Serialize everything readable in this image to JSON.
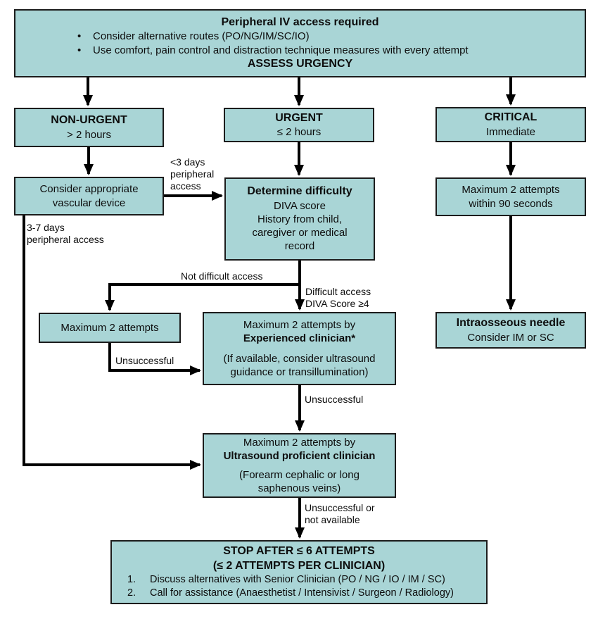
{
  "flowchart": {
    "colors": {
      "box_fill": "#a9d5d6",
      "box_border": "#1c1c1c",
      "arrow": "#000000"
    },
    "top": {
      "title": "Peripheral IV access required",
      "bullet_char": "•",
      "bullets": [
        "Consider alternative routes (PO/NG/IM/SC/IO)",
        "Use comfort, pain control and distraction technique measures with every attempt"
      ],
      "footer": "ASSESS URGENCY"
    },
    "non_urgent": {
      "title": "NON-URGENT",
      "subtitle": "> 2 hours"
    },
    "urgent": {
      "title": "URGENT",
      "subtitle": "≤ 2 hours"
    },
    "critical": {
      "title": "CRITICAL",
      "subtitle": "Immediate"
    },
    "vascular": {
      "text": "Consider appropriate vascular device"
    },
    "determine": {
      "title": "Determine difficulty",
      "line2": "DIVA score",
      "line3": "History from child, caregiver or medical record"
    },
    "max_90s": {
      "text": "Maximum 2 attempts within 90 seconds"
    },
    "max_2": {
      "text": "Maximum 2 attempts"
    },
    "experienced": {
      "line1": "Maximum 2 attempts by",
      "line2": "Experienced clinician*",
      "note": "(If available, consider ultrasound guidance or transillumination)"
    },
    "intraosseous": {
      "title": "Intraosseous needle",
      "subtitle": "Consider IM or SC"
    },
    "ultrasound": {
      "line1": "Maximum 2 attempts by",
      "line2": "Ultrasound proficient clinician",
      "note": "(Forearm cephalic or long saphenous veins)"
    },
    "stop": {
      "title1": "STOP AFTER ≤ 6 ATTEMPTS",
      "title2": "(≤ 2 ATTEMPTS PER CLINICIAN)",
      "item1_num": "1.",
      "item1": "Discuss alternatives with Senior Clinician (PO / NG / IO / IM / SC)",
      "item2_num": "2.",
      "item2": "Call for assistance (Anaesthetist / Intensivist / Surgeon / Radiology)"
    },
    "edge_labels": {
      "lt3_days": "<3 days\nperipheral\naccess",
      "days_3_7": "3-7 days\nperipheral access",
      "not_difficult": "Not difficult access",
      "difficult": "Difficult access\nDIVA Score ≥4",
      "unsuccessful_1": "Unsuccessful",
      "unsuccessful_2": "Unsuccessful",
      "unsuccessful_na": "Unsuccessful or\nnot available"
    }
  }
}
